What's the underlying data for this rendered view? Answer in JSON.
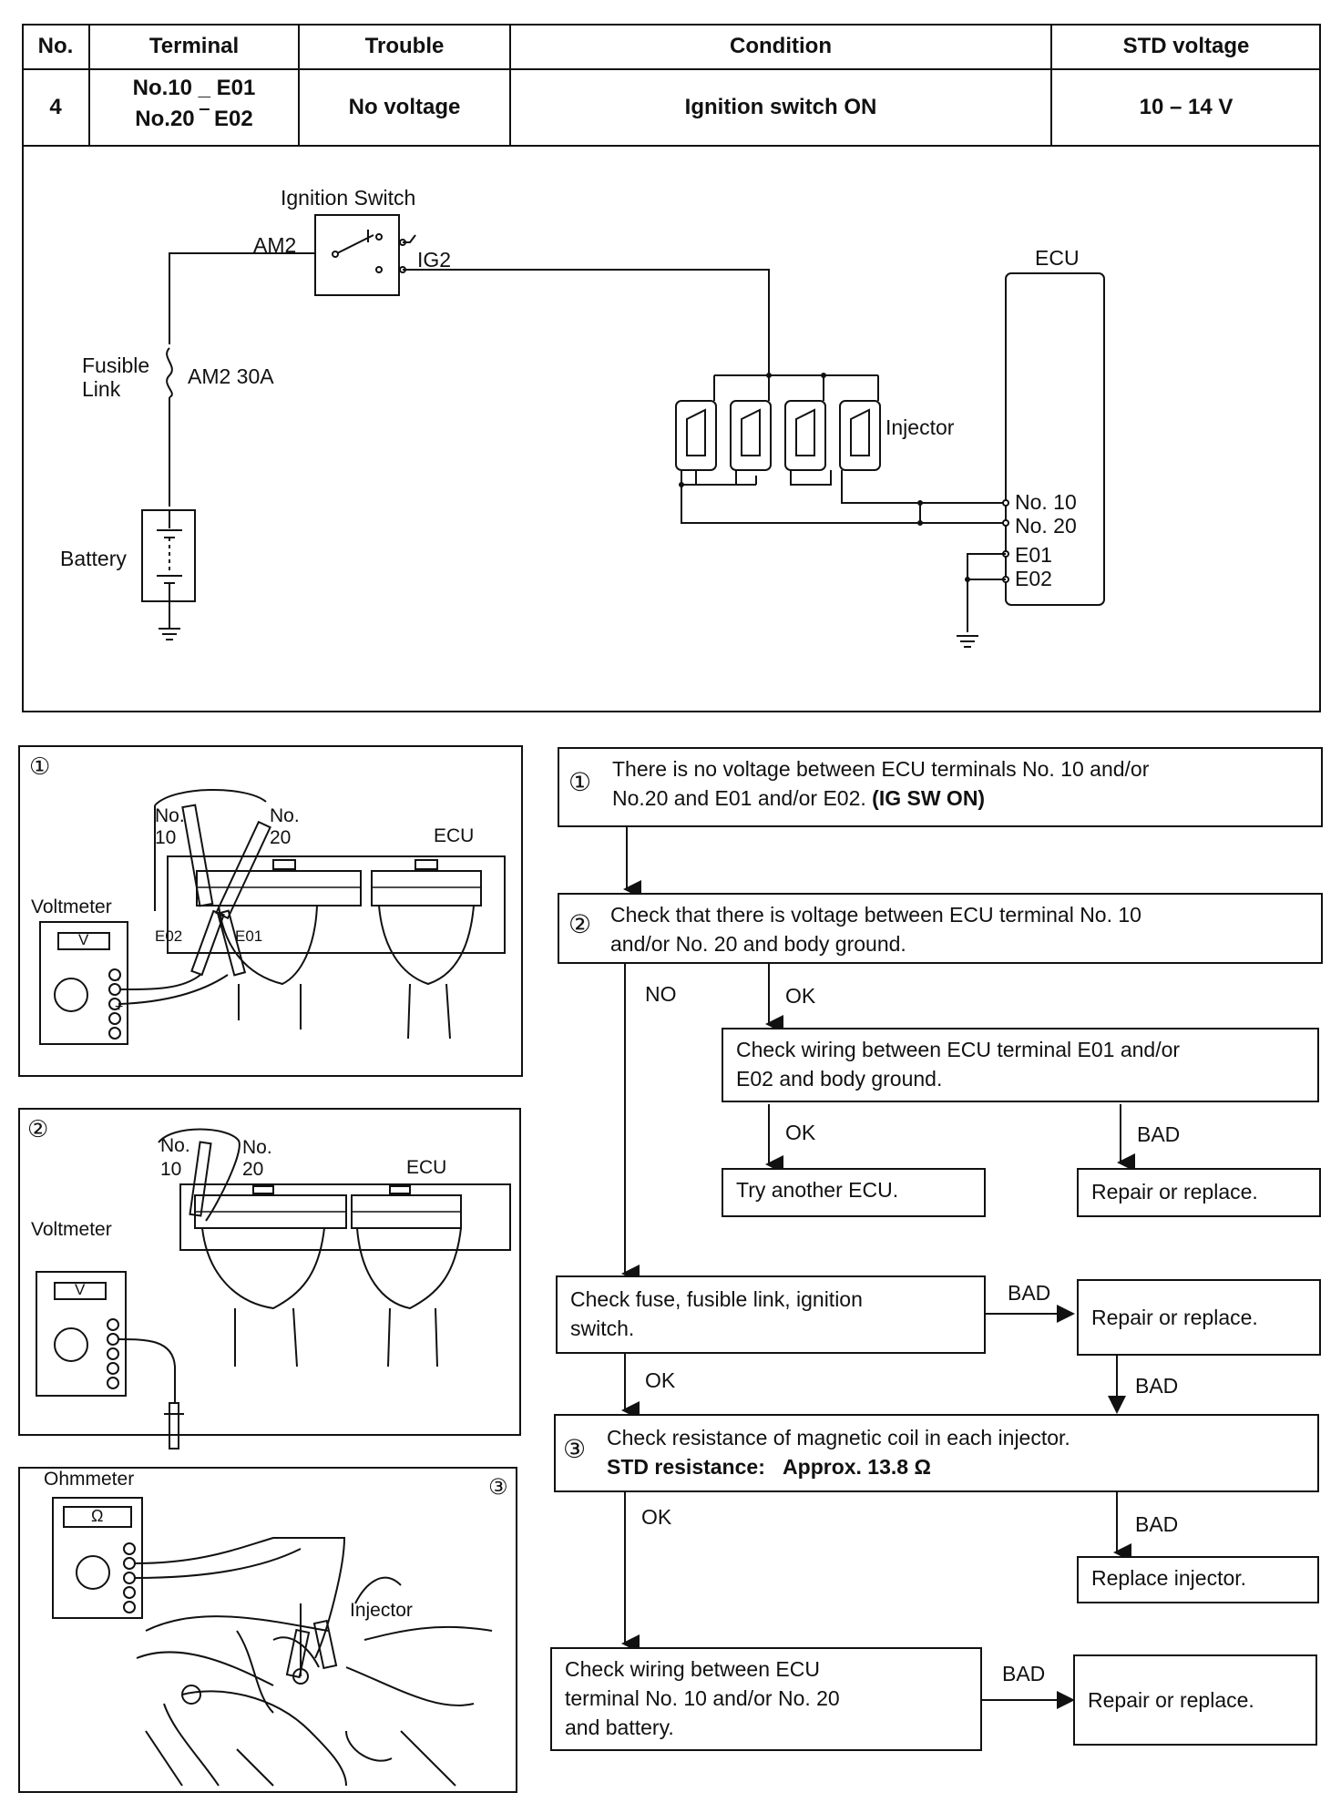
{
  "table": {
    "headers": [
      "No.",
      "Terminal",
      "Trouble",
      "Condition",
      "STD voltage"
    ],
    "row": {
      "no": "4",
      "terminal_line1": "No.10 _ E01",
      "terminal_line2": "No.20 ‾ E02",
      "trouble": "No voltage",
      "condition": "Ignition switch ON",
      "std_voltage": "10 – 14 V"
    }
  },
  "circuit": {
    "ignition_switch": "Ignition Switch",
    "am2": "AM2",
    "ig2": "IG2",
    "fusible_link_1": "Fusible",
    "fusible_link_2": "Link",
    "fuse_rating": "AM2 30A",
    "battery": "Battery",
    "injector": "Injector",
    "ecu": "ECU",
    "terminals": [
      "No. 10",
      "No. 20",
      "E01",
      "E02"
    ]
  },
  "illustrations": {
    "fig1": {
      "num": "①",
      "no10_a": "No.",
      "no10_b": "10",
      "no20_a": "No.",
      "no20_b": "20",
      "ecu": "ECU",
      "voltmeter": "Voltmeter",
      "meter_unit": "V",
      "e02": "E02",
      "e01": "E01"
    },
    "fig2": {
      "num": "②",
      "no10_a": "No.",
      "no10_b": "10",
      "no20_a": "No.",
      "no20_b": "20",
      "ecu": "ECU",
      "voltmeter": "Voltmeter",
      "meter_unit": "V"
    },
    "fig3": {
      "num": "③",
      "ohmmeter": "Ohmmeter",
      "meter_unit": "Ω",
      "injector": "Injector"
    }
  },
  "flowchart": {
    "step1": {
      "num": "①",
      "line1": "There is no voltage between ECU terminals No. 10 and/or",
      "line2_pre": "No.20 and E01 and/or E02. ",
      "line2_bold": "(IG SW ON)"
    },
    "step2": {
      "num": "②",
      "line1": "Check that there is voltage between ECU terminal No. 10",
      "line2": "and/or No. 20 and body ground."
    },
    "check_ground": {
      "line1": "Check wiring between ECU terminal E01 and/or",
      "line2": "E02 and body ground."
    },
    "try_ecu": "Try another ECU.",
    "repair1": "Repair or replace.",
    "check_fuse": {
      "line1": "Check fuse, fusible link, ignition",
      "line2": "switch."
    },
    "repair2": "Repair or replace.",
    "step3": {
      "num": "③",
      "line1": "Check resistance of magnetic coil in each injector.",
      "line2_label": "STD resistance:",
      "line2_value": "Approx.  13.8 Ω"
    },
    "replace_injector": "Replace injector.",
    "check_battery": {
      "line1": "Check wiring between ECU",
      "line2": "terminal No. 10 and/or No. 20",
      "line3": "and battery."
    },
    "repair3": "Repair or replace.",
    "labels": {
      "no": "NO",
      "ok": "OK",
      "bad": "BAD"
    }
  }
}
